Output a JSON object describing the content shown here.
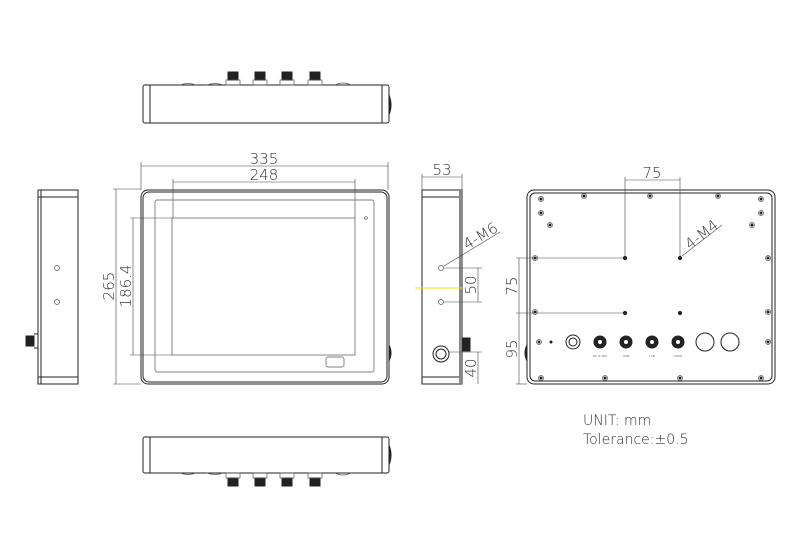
{
  "dimensions": {
    "width_total": "335",
    "width_active": "248",
    "height_total": "265",
    "height_active": "186.4",
    "depth": "53",
    "side_hole_thread": "4-M6",
    "side_hole_spacing": "50",
    "side_bottom_offset": "40",
    "vesa_horizontal": "75",
    "vesa_vertical": "75",
    "vesa_thread": "4-M4",
    "vesa_bottom_offset": "95"
  },
  "connectors": [
    {
      "label": "DC 9-36V"
    },
    {
      "label": "USB"
    },
    {
      "label": "LAN"
    },
    {
      "label": "COM1"
    }
  ],
  "notes": {
    "unit": "UNIT: mm",
    "tolerance": "Tolerance:±0.5"
  },
  "colors": {
    "line": "#222222",
    "centerline": "#f0e000"
  }
}
